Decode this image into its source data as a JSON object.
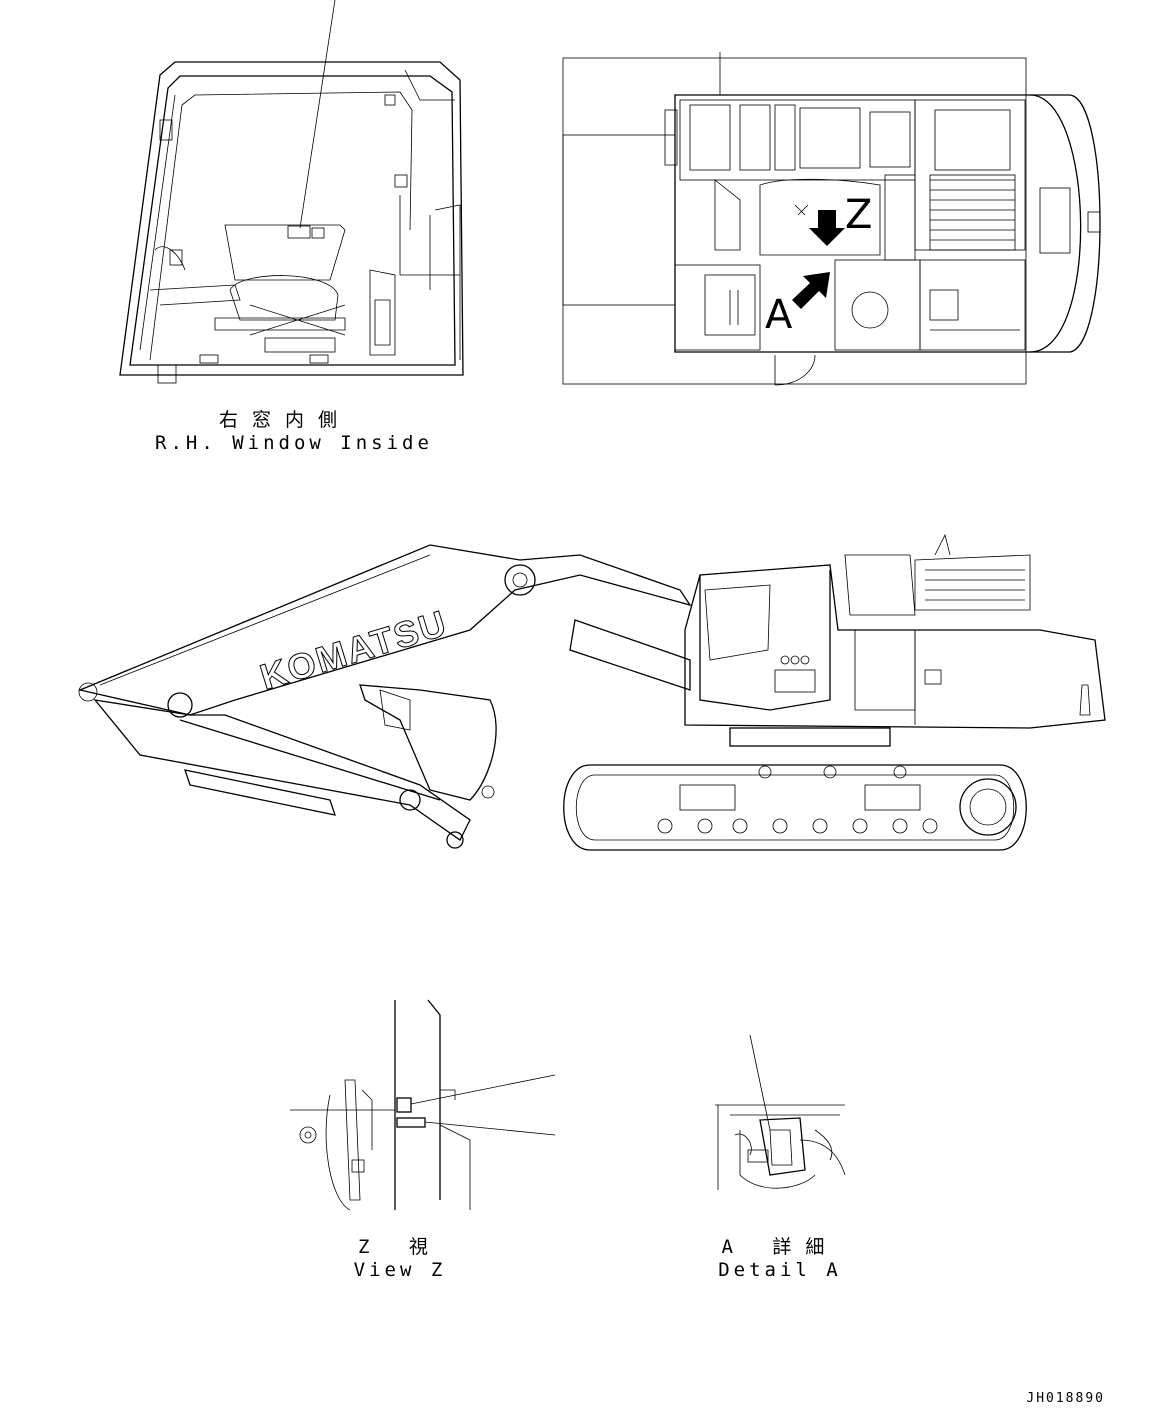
{
  "views": {
    "window": {
      "label_jp": "右窓内側",
      "label_en": "R.H. Window Inside"
    },
    "top": {
      "marker_a": "A",
      "marker_z": "Z"
    },
    "side": {
      "logo_text": "KOMATSU"
    },
    "view_z": {
      "label_jp": "Z 視",
      "label_en": "View Z"
    },
    "detail_a": {
      "label_jp": "A 詳細",
      "label_en": "Detail A"
    }
  },
  "document_id": "JH018890"
}
